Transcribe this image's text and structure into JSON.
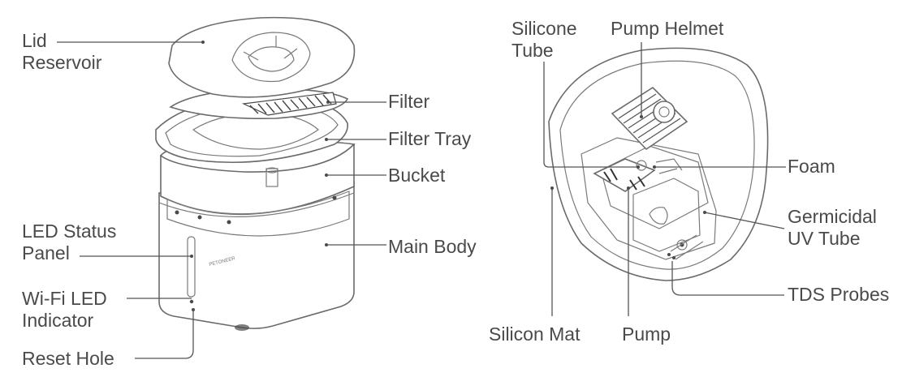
{
  "left_labels": {
    "lid": "Lid",
    "reservoir": "Reservoir",
    "filter": "Filter",
    "filter_tray": "Filter Tray",
    "bucket": "Bucket",
    "led_status_panel_1": "LED Status",
    "led_status_panel_2": "Panel",
    "main_body": "Main Body",
    "wifi_led_1": "Wi-Fi LED",
    "wifi_led_2": "Indicator",
    "reset_hole": "Reset Hole",
    "brand_mark": "PETONEER"
  },
  "right_labels": {
    "silicone_tube_1": "Silicone",
    "silicone_tube_2": "Tube",
    "pump_helmet": "Pump Helmet",
    "foam": "Foam",
    "germicidal_1": "Germicidal",
    "germicidal_2": "UV Tube",
    "tds_probes": "TDS Probes",
    "silicon_mat": "Silicon Mat",
    "pump": "Pump"
  },
  "colors": {
    "text": "#4a4a4a",
    "outline": "#6a6a6a"
  }
}
